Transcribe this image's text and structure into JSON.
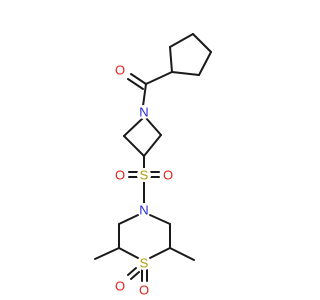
{
  "atoms": {
    "o_carbonyl": {
      "text": "O",
      "color": "#e8211a"
    },
    "n_azetidine": {
      "text": "N",
      "color": "#2a2ad8"
    },
    "s_sulfonyl": {
      "text": "S",
      "color": "#b89a00"
    },
    "o_sulfonyl_left": {
      "text": "O",
      "color": "#e8211a"
    },
    "o_sulfonyl_right": {
      "text": "O",
      "color": "#e8211a"
    },
    "n_thiomorpholine": {
      "text": "N",
      "color": "#2a2ad8"
    },
    "s_ring": {
      "text": "S",
      "color": "#b89a00"
    },
    "o_ring_left": {
      "text": "O",
      "color": "#e8211a"
    },
    "o_ring_bottom": {
      "text": "O",
      "color": "#e8211a"
    }
  }
}
